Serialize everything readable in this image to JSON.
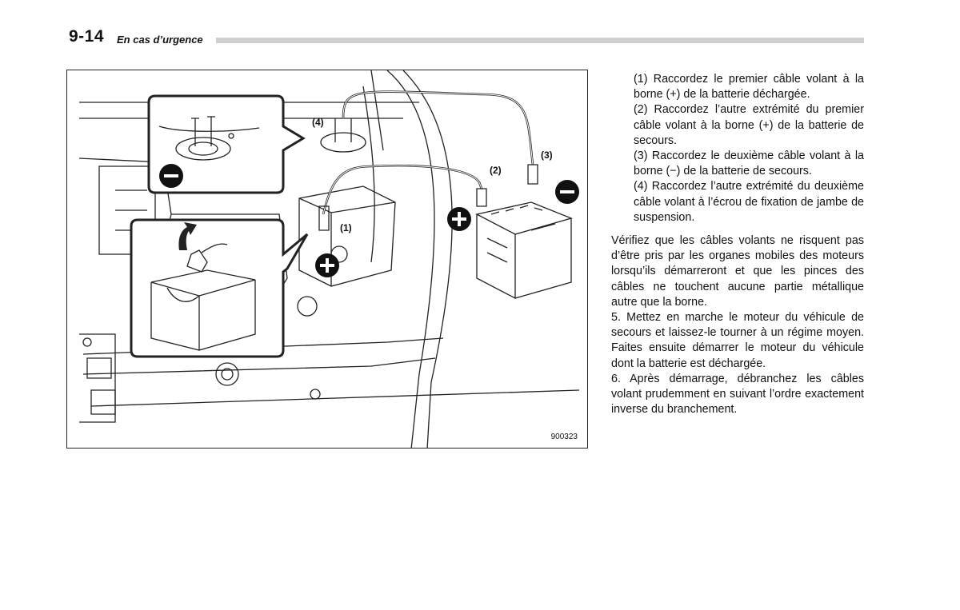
{
  "header": {
    "page_number": "9-14",
    "section_title": "En cas d’urgence"
  },
  "figure": {
    "labels": [
      "(1)",
      "(2)",
      "(3)",
      "(4)"
    ],
    "code": "900323"
  },
  "steps": [
    "(1) Raccordez le premier câble volant à la borne (+) de la batterie déchargée.",
    "(2) Raccordez l’autre extrémité du premier câble volant à la borne (+) de la batterie de secours.",
    "(3) Raccordez le deuxième câble volant à la borne (−) de la batterie de secours.",
    "(4) Raccordez l’autre extrémité du deuxième câble volant à l’écrou de fixation de jambe de suspension."
  ],
  "paragraphs": [
    "Vérifiez que les câbles volants ne risquent pas d’être pris par les organes mobiles des moteurs lorsqu’ils démarreront et que les pinces des câbles ne touchent aucune partie métallique autre que la borne.",
    "5. Mettez en marche le moteur du véhicule de secours et laissez-le tourner à un régime moyen. Faites ensuite démarrer le moteur du véhicule dont la batterie est déchargée.",
    "6. Après démarrage, débranchez les câbles volant prudemment en suivant l’ordre exactement inverse du branchement."
  ]
}
